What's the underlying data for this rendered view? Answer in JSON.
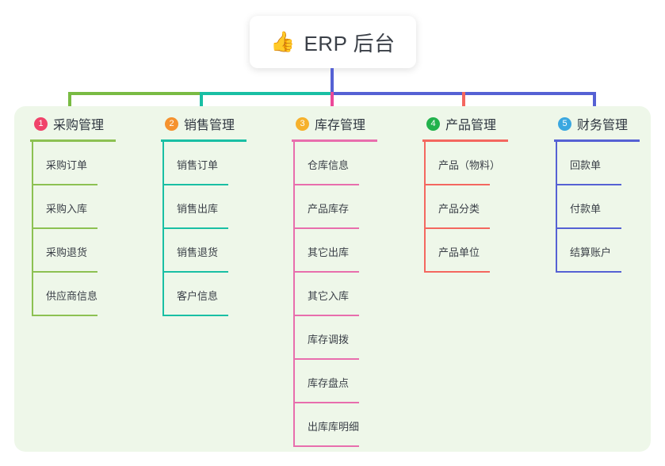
{
  "root": {
    "icon": "thumbs-up-icon",
    "icon_glyph": "👍",
    "title": "ERP 后台"
  },
  "theme": {
    "page_background": "#ffffff",
    "panel_background": "#eef7e9",
    "text_color": "#3b4048",
    "connector_green": "#79bb43",
    "connector_teal": "#19bfa4",
    "connector_blue": "#5561d4",
    "connector_pink": "#ec4899",
    "connector_red": "#f4675f"
  },
  "columns": [
    {
      "number": "1",
      "title": "采购管理",
      "badge_color": "#f0436a",
      "accent_color": "#8cc152",
      "items": [
        {
          "label": "采购订单"
        },
        {
          "label": "采购入库"
        },
        {
          "label": "采购退货"
        },
        {
          "label": "供应商信息"
        }
      ]
    },
    {
      "number": "2",
      "title": "销售管理",
      "badge_color": "#f5922f",
      "accent_color": "#19bfa4",
      "items": [
        {
          "label": "销售订单"
        },
        {
          "label": "销售出库"
        },
        {
          "label": "销售退货"
        },
        {
          "label": "客户信息"
        }
      ]
    },
    {
      "number": "3",
      "title": "库存管理",
      "badge_color": "#f6b12c",
      "accent_color": "#e86ead",
      "items": [
        {
          "label": "仓库信息"
        },
        {
          "label": "产品库存"
        },
        {
          "label": "其它出库"
        },
        {
          "label": "其它入库"
        },
        {
          "label": "库存调拨"
        },
        {
          "label": "库存盘点"
        },
        {
          "label": "出库库明细"
        }
      ]
    },
    {
      "number": "4",
      "title": "产品管理",
      "badge_color": "#22b24c",
      "accent_color": "#f4675f",
      "items": [
        {
          "label": "产品（物料）"
        },
        {
          "label": "产品分类"
        },
        {
          "label": "产品单位"
        }
      ]
    },
    {
      "number": "5",
      "title": "财务管理",
      "badge_color": "#3aa7e0",
      "accent_color": "#5561d4",
      "items": [
        {
          "label": "回款单"
        },
        {
          "label": "付款单"
        },
        {
          "label": "结算账户"
        }
      ]
    }
  ],
  "connectors": {
    "stem": {
      "name": "root-stem",
      "color": "#5561d4"
    },
    "segments": [
      {
        "name": "hbar-green",
        "color": "#79bb43"
      },
      {
        "name": "hbar-teal",
        "color": "#19bfa4"
      },
      {
        "name": "hbar-blue",
        "color": "#5561d4"
      }
    ],
    "drops": [
      {
        "name": "drop-1",
        "color": "#79bb43"
      },
      {
        "name": "drop-2",
        "color": "#19bfa4"
      },
      {
        "name": "drop-3",
        "color": "#ec4899"
      },
      {
        "name": "drop-4",
        "color": "#f4675f"
      },
      {
        "name": "drop-5",
        "color": "#5561d4"
      }
    ]
  }
}
